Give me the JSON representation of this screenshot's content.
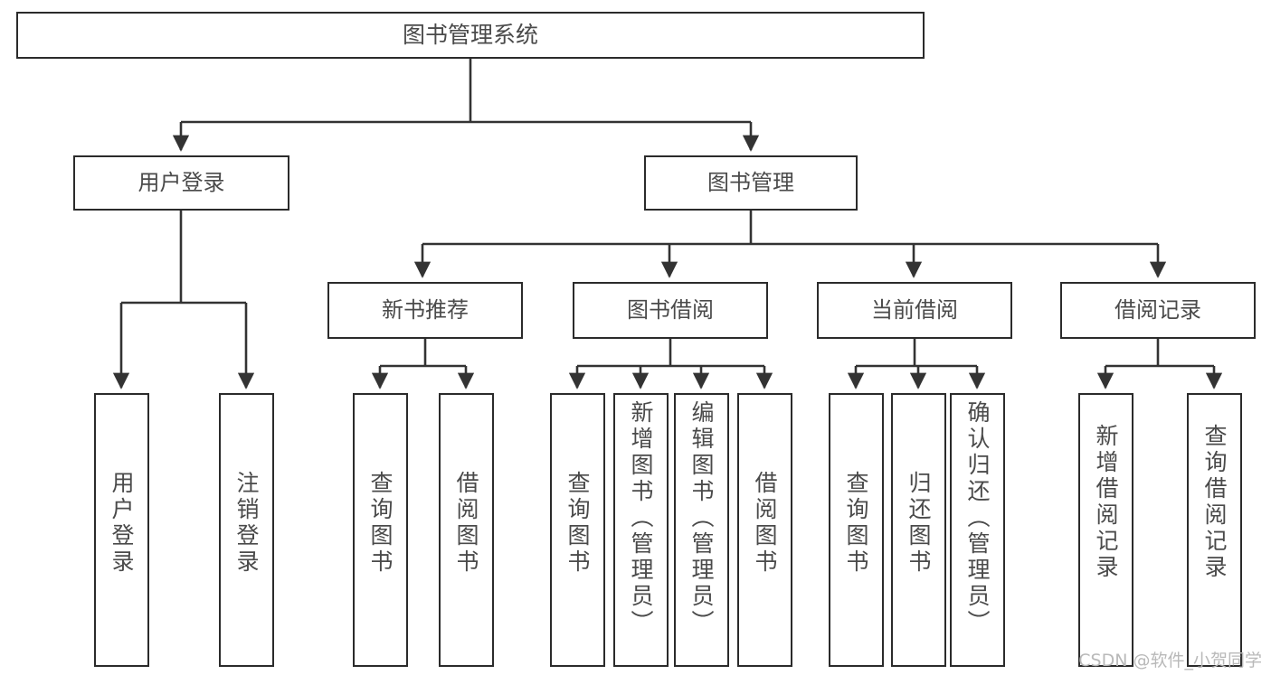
{
  "diagram": {
    "title": "图书管理系统",
    "type": "功能结构图",
    "root": {
      "label": "图书管理系统"
    },
    "level1": [
      {
        "label": "用户登录"
      },
      {
        "label": "图书管理"
      }
    ],
    "level2": [
      {
        "label": "新书推荐"
      },
      {
        "label": "图书借阅"
      },
      {
        "label": "当前借阅"
      },
      {
        "label": "借阅记录"
      }
    ],
    "leaves": {
      "user_login": [
        {
          "label": "用户登录"
        },
        {
          "label": "注销登录"
        }
      ],
      "new_book_rec": [
        {
          "label": "查询图书"
        },
        {
          "label": "借阅图书"
        }
      ],
      "book_borrow": [
        {
          "label": "查询图书"
        },
        {
          "label": "新增图书（管理员）"
        },
        {
          "label": "编辑图书（管理员）"
        },
        {
          "label": "借阅图书"
        }
      ],
      "cur_borrow": [
        {
          "label": "查询图书"
        },
        {
          "label": "归还图书"
        },
        {
          "label": "确认归还（管理员）"
        }
      ],
      "borrow_log": [
        {
          "label": "新增借阅记录"
        },
        {
          "label": "查询借阅记录"
        }
      ]
    }
  },
  "watermark": {
    "text": "CSDN @软件_小贺同学"
  },
  "colors": {
    "box_border": "#2b2b2b",
    "box_fill": "#ffffff",
    "text": "#4a4a4a",
    "connector": "#333333",
    "watermark": "#b9b9b9"
  }
}
